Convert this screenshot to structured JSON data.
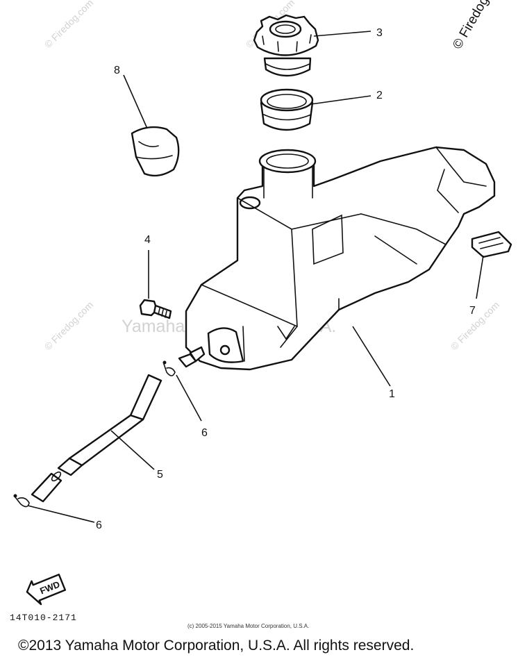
{
  "watermarks": {
    "center": "Yamaha Motor Corp, U.S.A.",
    "site": "© Firedog.com",
    "corner": "© Firedog"
  },
  "callouts": [
    "1",
    "2",
    "3",
    "4",
    "5",
    "6",
    "6",
    "7",
    "8"
  ],
  "fwd_label": "FWD",
  "diagram_code": "14T010-2171",
  "small_copyright": "(c) 2005-2015 Yamaha Motor Corporation, U.S.A.",
  "copyright": "©2013 Yamaha Motor Corporation, U.S.A. All rights reserved."
}
